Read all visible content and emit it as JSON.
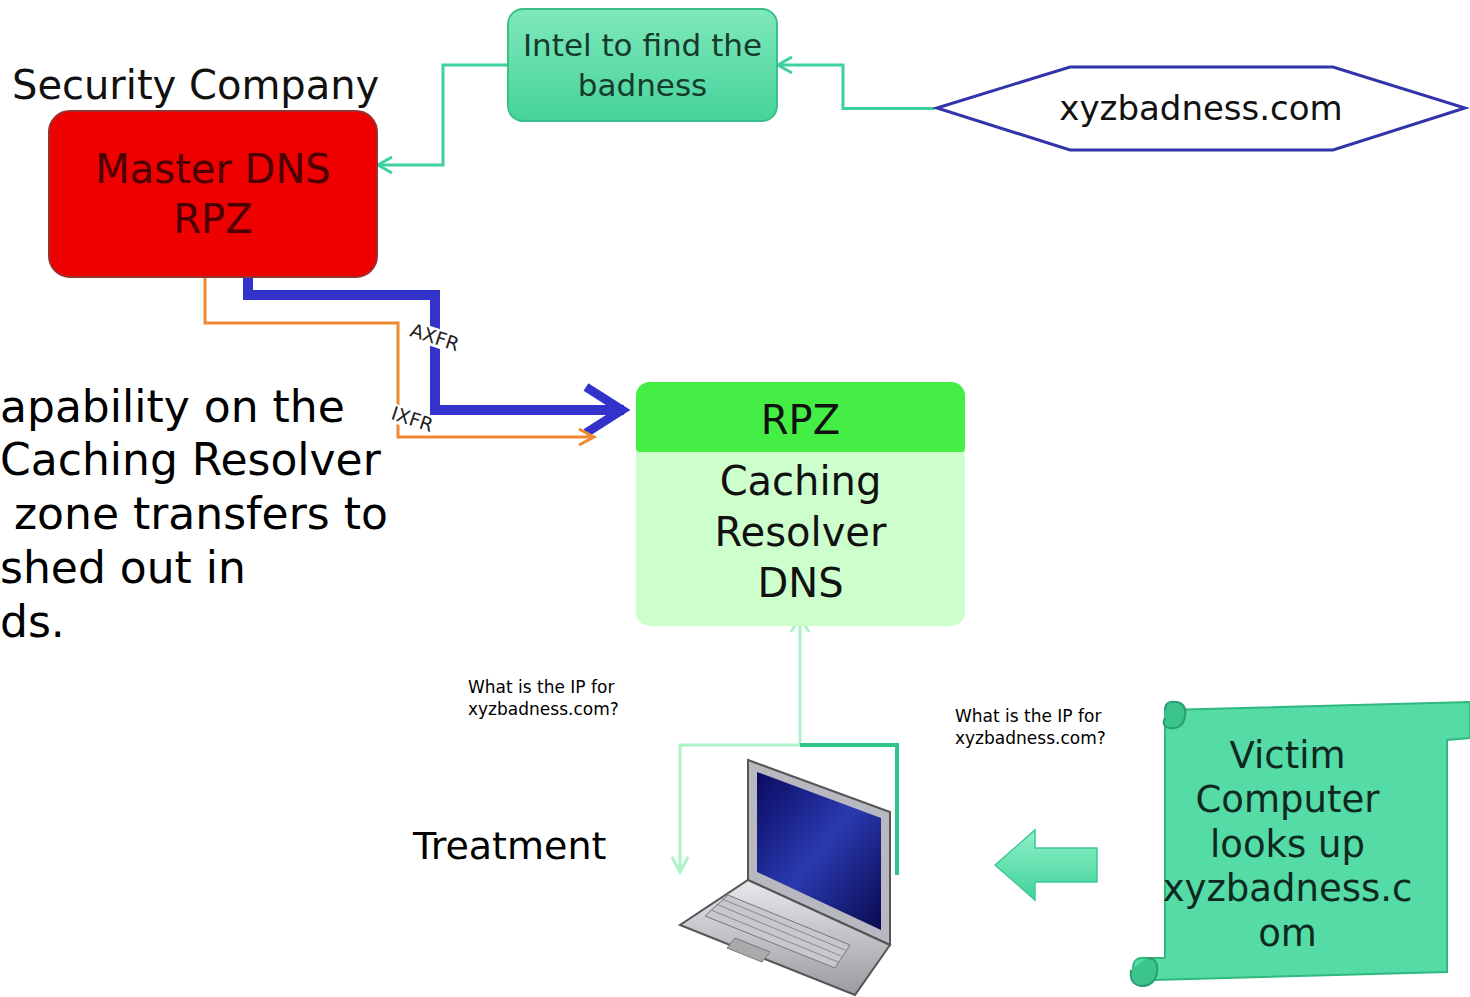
{
  "diagram": {
    "nodes": [
      {
        "text": [
          "Security Company",
          "Master DNS RPZ"
        ]
      },
      {
        "text": [
          "Intel to find the badness"
        ]
      },
      {
        "text": [
          "xyzbadness.com"
        ]
      },
      {
        "text": [
          "RPZ",
          "Caching Resolver DNS"
        ]
      },
      {
        "text": [
          "Victim Computer looks up xyzbadness.com"
        ]
      }
    ],
    "edges": [
      {
        "from": 2,
        "to": 1,
        "arrow": "to"
      },
      {
        "from": 1,
        "to": 0,
        "arrow": "to"
      },
      {
        "from": 0,
        "to": 3,
        "label": "AXFR",
        "arrow": "to"
      },
      {
        "from": 0,
        "to": 3,
        "label": "IXFR",
        "arrow": "to"
      }
    ],
    "labels": [
      "apability on the",
      "Caching Resolver",
      "zone transfers to",
      "shed out in",
      "ds.",
      "What is the IP for xyzbadness.com?",
      "What is the IP for xyzbadness.com?",
      "Treatment"
    ]
  }
}
